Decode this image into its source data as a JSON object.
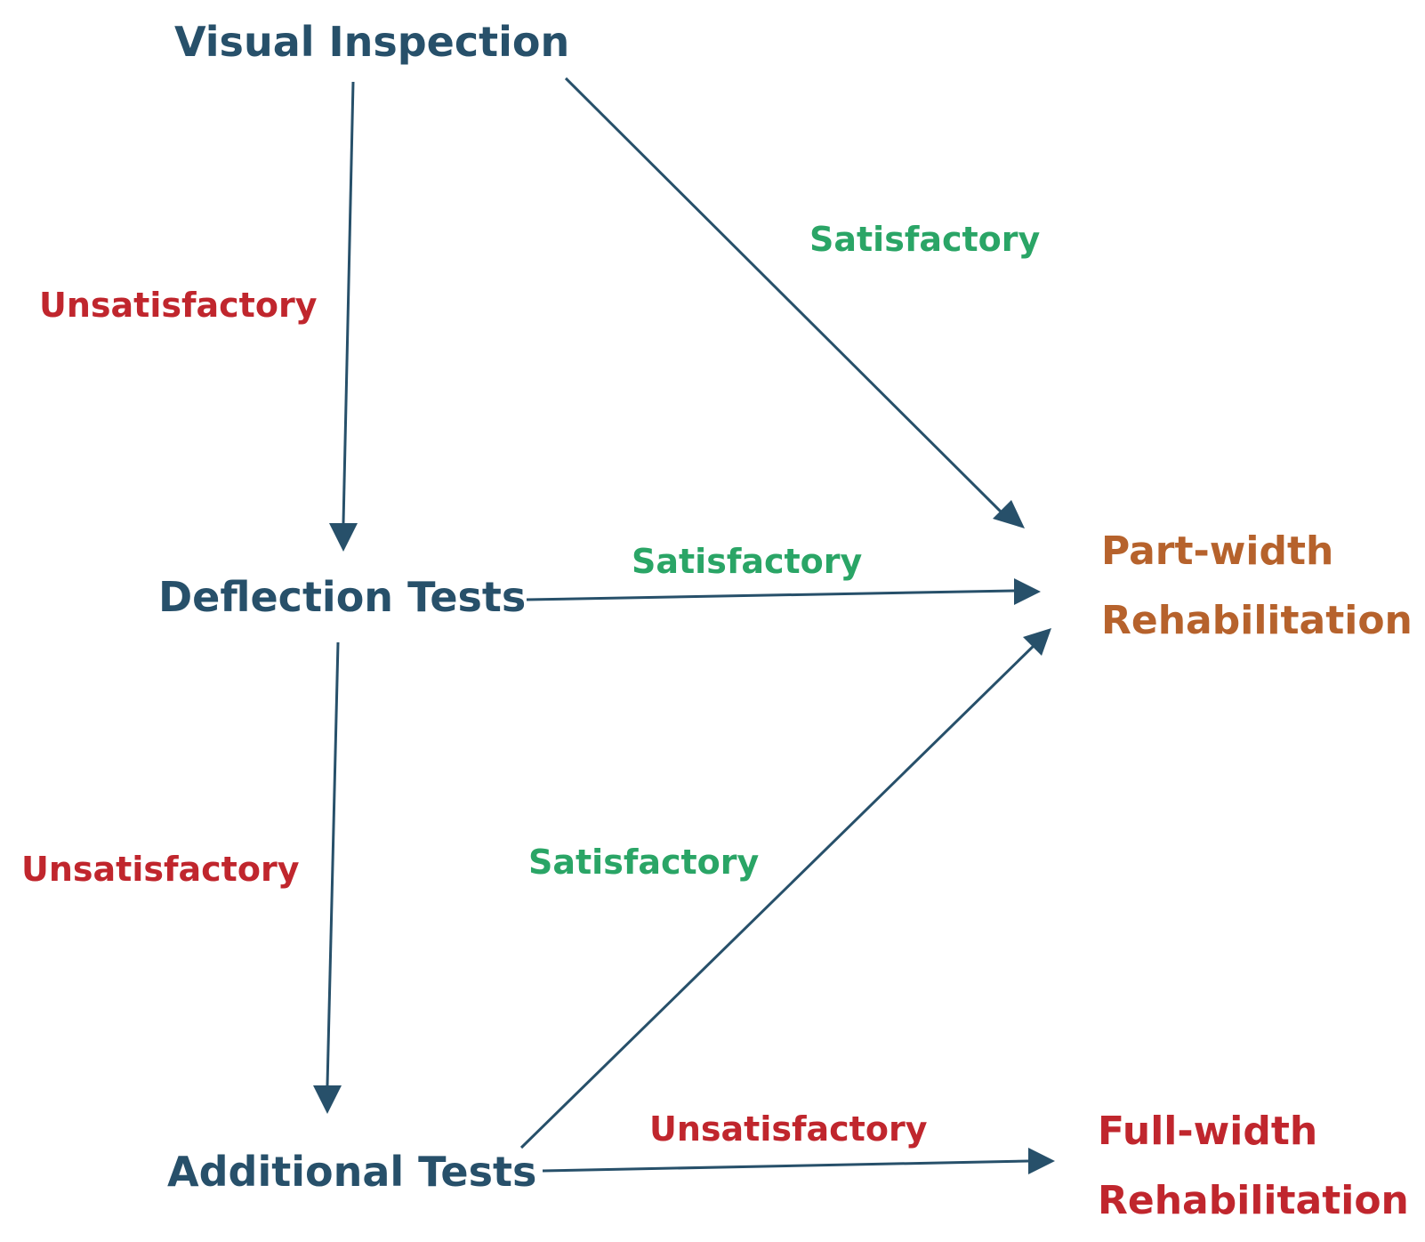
{
  "nodes": {
    "visual_inspection": "Visual Inspection",
    "deflection_tests": "Deflection Tests",
    "additional_tests": "Additional Tests",
    "part_width": [
      "Part-width",
      "Rehabilitation"
    ],
    "full_width": [
      "Full-width",
      "Rehabilitation"
    ]
  },
  "edge_labels": {
    "visual_to_deflection": "Unsatisfactory",
    "visual_to_part": "Satisfactory",
    "deflection_to_part": "Satisfactory",
    "deflection_to_additional": "Unsatisfactory",
    "additional_to_part": "Satisfactory",
    "additional_to_full": "Unsatisfactory"
  },
  "colors": {
    "node_text": "#27506a",
    "arrow": "#27506a",
    "satisfactory": "#2aa566",
    "unsatisfactory": "#c0262d",
    "part_width": "#b6622c",
    "full_width": "#c0262d"
  }
}
